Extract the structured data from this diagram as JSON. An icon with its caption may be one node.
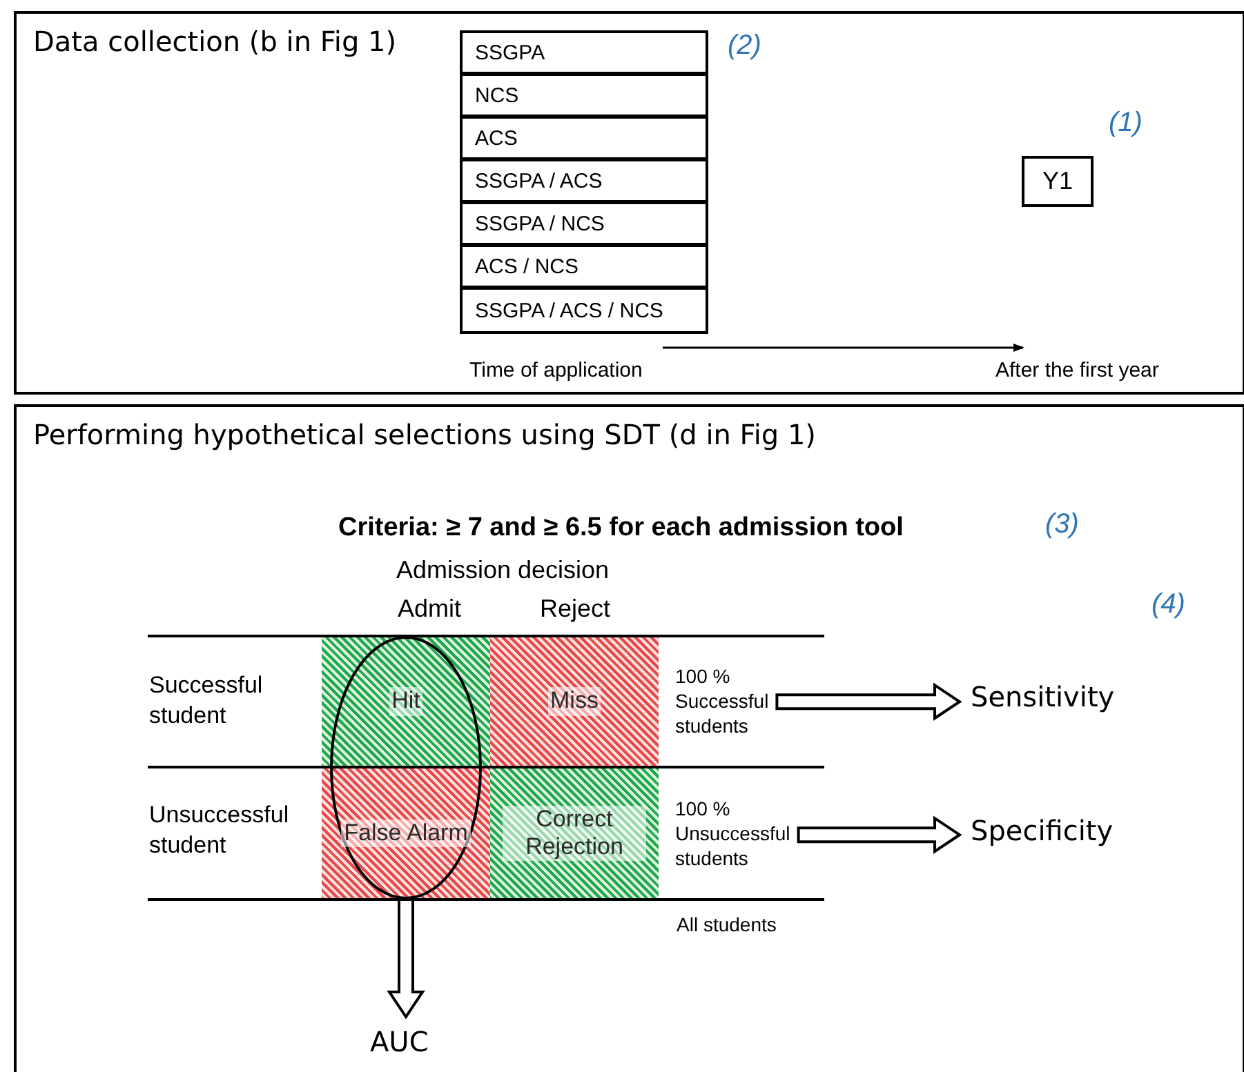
{
  "diagram": {
    "nodes": [
      {
        "text": [
          "Data collection (b in Fig 1)"
        ]
      },
      {
        "text": [
          "SSGPA"
        ],
        "in": 0
      },
      {
        "text": [
          "NCS"
        ],
        "in": 0
      },
      {
        "text": [
          "ACS"
        ],
        "in": 0
      },
      {
        "text": [
          "SSGPA / ACS"
        ],
        "in": 0
      },
      {
        "text": [
          "SSGPA / NCS"
        ],
        "in": 0
      },
      {
        "text": [
          "ACS / NCS"
        ],
        "in": 0
      },
      {
        "text": [
          "SSGPA / ACS / NCS"
        ],
        "in": 0
      },
      {
        "text": [
          "Y1"
        ],
        "in": 0
      },
      {
        "text": [
          "Performing hypothetical selections using SDT (d in Fig 1)"
        ]
      },
      {
        "text": [
          "Hit"
        ],
        "in": 9
      },
      {
        "text": [
          "Miss"
        ],
        "in": 9
      },
      {
        "text": [
          "False Alarm"
        ],
        "in": 9
      },
      {
        "text": [
          "Correct Rejection"
        ],
        "in": 9
      },
      {
        "text": [
          "100 % Successful students"
        ],
        "in": 9
      },
      {
        "text": [
          "Sensitivity"
        ],
        "in": 9
      },
      {
        "text": [
          "100 % Unsuccessful students"
        ],
        "in": 9
      },
      {
        "text": [
          "Specificity"
        ],
        "in": 9
      },
      {
        "text": [],
        "shape": "ellipse",
        "in": 9
      },
      {
        "text": [
          "AUC"
        ],
        "in": 9
      }
    ],
    "edges": [
      {
        "from": 14,
        "to": 15,
        "arrow": "to"
      },
      {
        "from": 16,
        "to": 17,
        "arrow": "to"
      },
      {
        "from": 18,
        "to": 19,
        "arrow": "to"
      }
    ],
    "labels": [
      "(2)",
      "(1)",
      "Time of application",
      "After the first year",
      "Criteria: ≥ 7 and ≥ 6.5 for each admission tool",
      "(3)",
      "Admission decision",
      "Admit",
      "Reject",
      "(4)",
      "Successful student",
      "Unsuccessful student",
      "All students"
    ]
  }
}
